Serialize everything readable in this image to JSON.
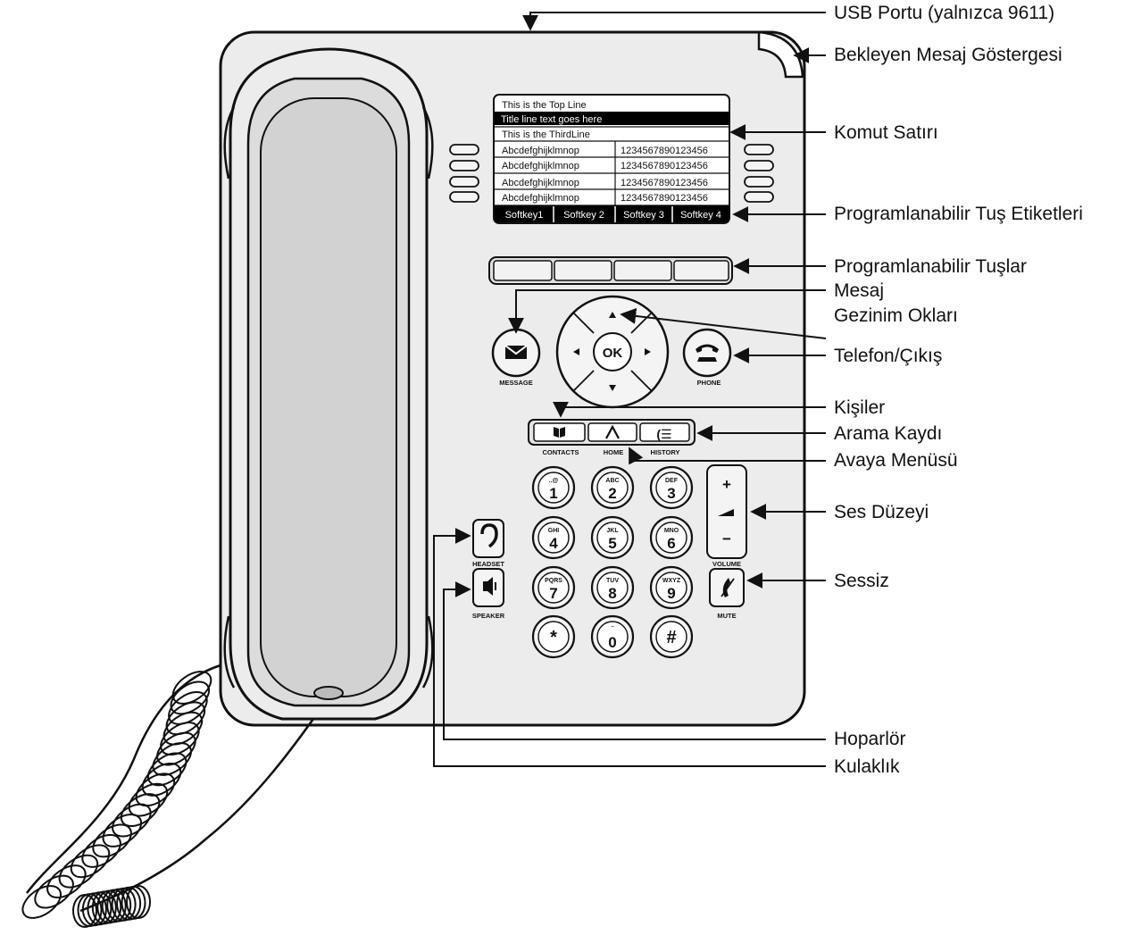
{
  "callouts": {
    "usb_port": "USB Portu (yalnızca 9611)",
    "message_waiting": "Bekleyen Mesaj Göstergesi",
    "command_line": "Komut Satırı",
    "softkey_labels": "Programlanabilir Tuş Etiketleri",
    "softkeys": "Programlanabilir Tuşlar",
    "message": "Mesaj",
    "navigation_arrows": "Gezinim Okları",
    "phone_exit": "Telefon/Çıkış",
    "contacts": "Kişiler",
    "call_log": "Arama Kaydı",
    "avaya_menu": "Avaya Menüsü",
    "volume": "Ses Düzeyi",
    "mute": "Sessiz",
    "speaker": "Hoparlör",
    "headset": "Kulaklık"
  },
  "screen": {
    "top_line": "This is the Top Line",
    "title_line": "Title line text goes here",
    "third_line": "This is the ThirdLine",
    "rows": [
      {
        "left": "Abcdefghijklmnop",
        "right": "1234567890123456"
      },
      {
        "left": "Abcdefghijklmnop",
        "right": "1234567890123456"
      },
      {
        "left": "Abcdefghijklmnop",
        "right": "1234567890123456"
      },
      {
        "left": "Abcdefghijklmnop",
        "right": "1234567890123456"
      }
    ],
    "softkeys": [
      "Softkey1",
      "Softkey 2",
      "Softkey 3",
      "Softkey 4"
    ]
  },
  "buttons": {
    "ok": "OK",
    "message": "MESSAGE",
    "phone": "PHONE",
    "contacts": "CONTACTS",
    "home": "HOME",
    "history": "HISTORY",
    "headset": "HEADSET",
    "speaker": "SPEAKER",
    "volume": "VOLUME",
    "mute": "MUTE",
    "volume_plus": "+",
    "volume_minus": "−"
  },
  "keypad": [
    {
      "digit": "1",
      "letters": "..@"
    },
    {
      "digit": "2",
      "letters": "ABC"
    },
    {
      "digit": "3",
      "letters": "DEF"
    },
    {
      "digit": "4",
      "letters": "GHI"
    },
    {
      "digit": "5",
      "letters": "JKL"
    },
    {
      "digit": "6",
      "letters": "MNO"
    },
    {
      "digit": "7",
      "letters": "PQRS"
    },
    {
      "digit": "8",
      "letters": "TUV"
    },
    {
      "digit": "9",
      "letters": "WXYZ"
    },
    {
      "digit": "*",
      "letters": ""
    },
    {
      "digit": "0",
      "letters": "‾"
    },
    {
      "digit": "#",
      "letters": ""
    }
  ]
}
